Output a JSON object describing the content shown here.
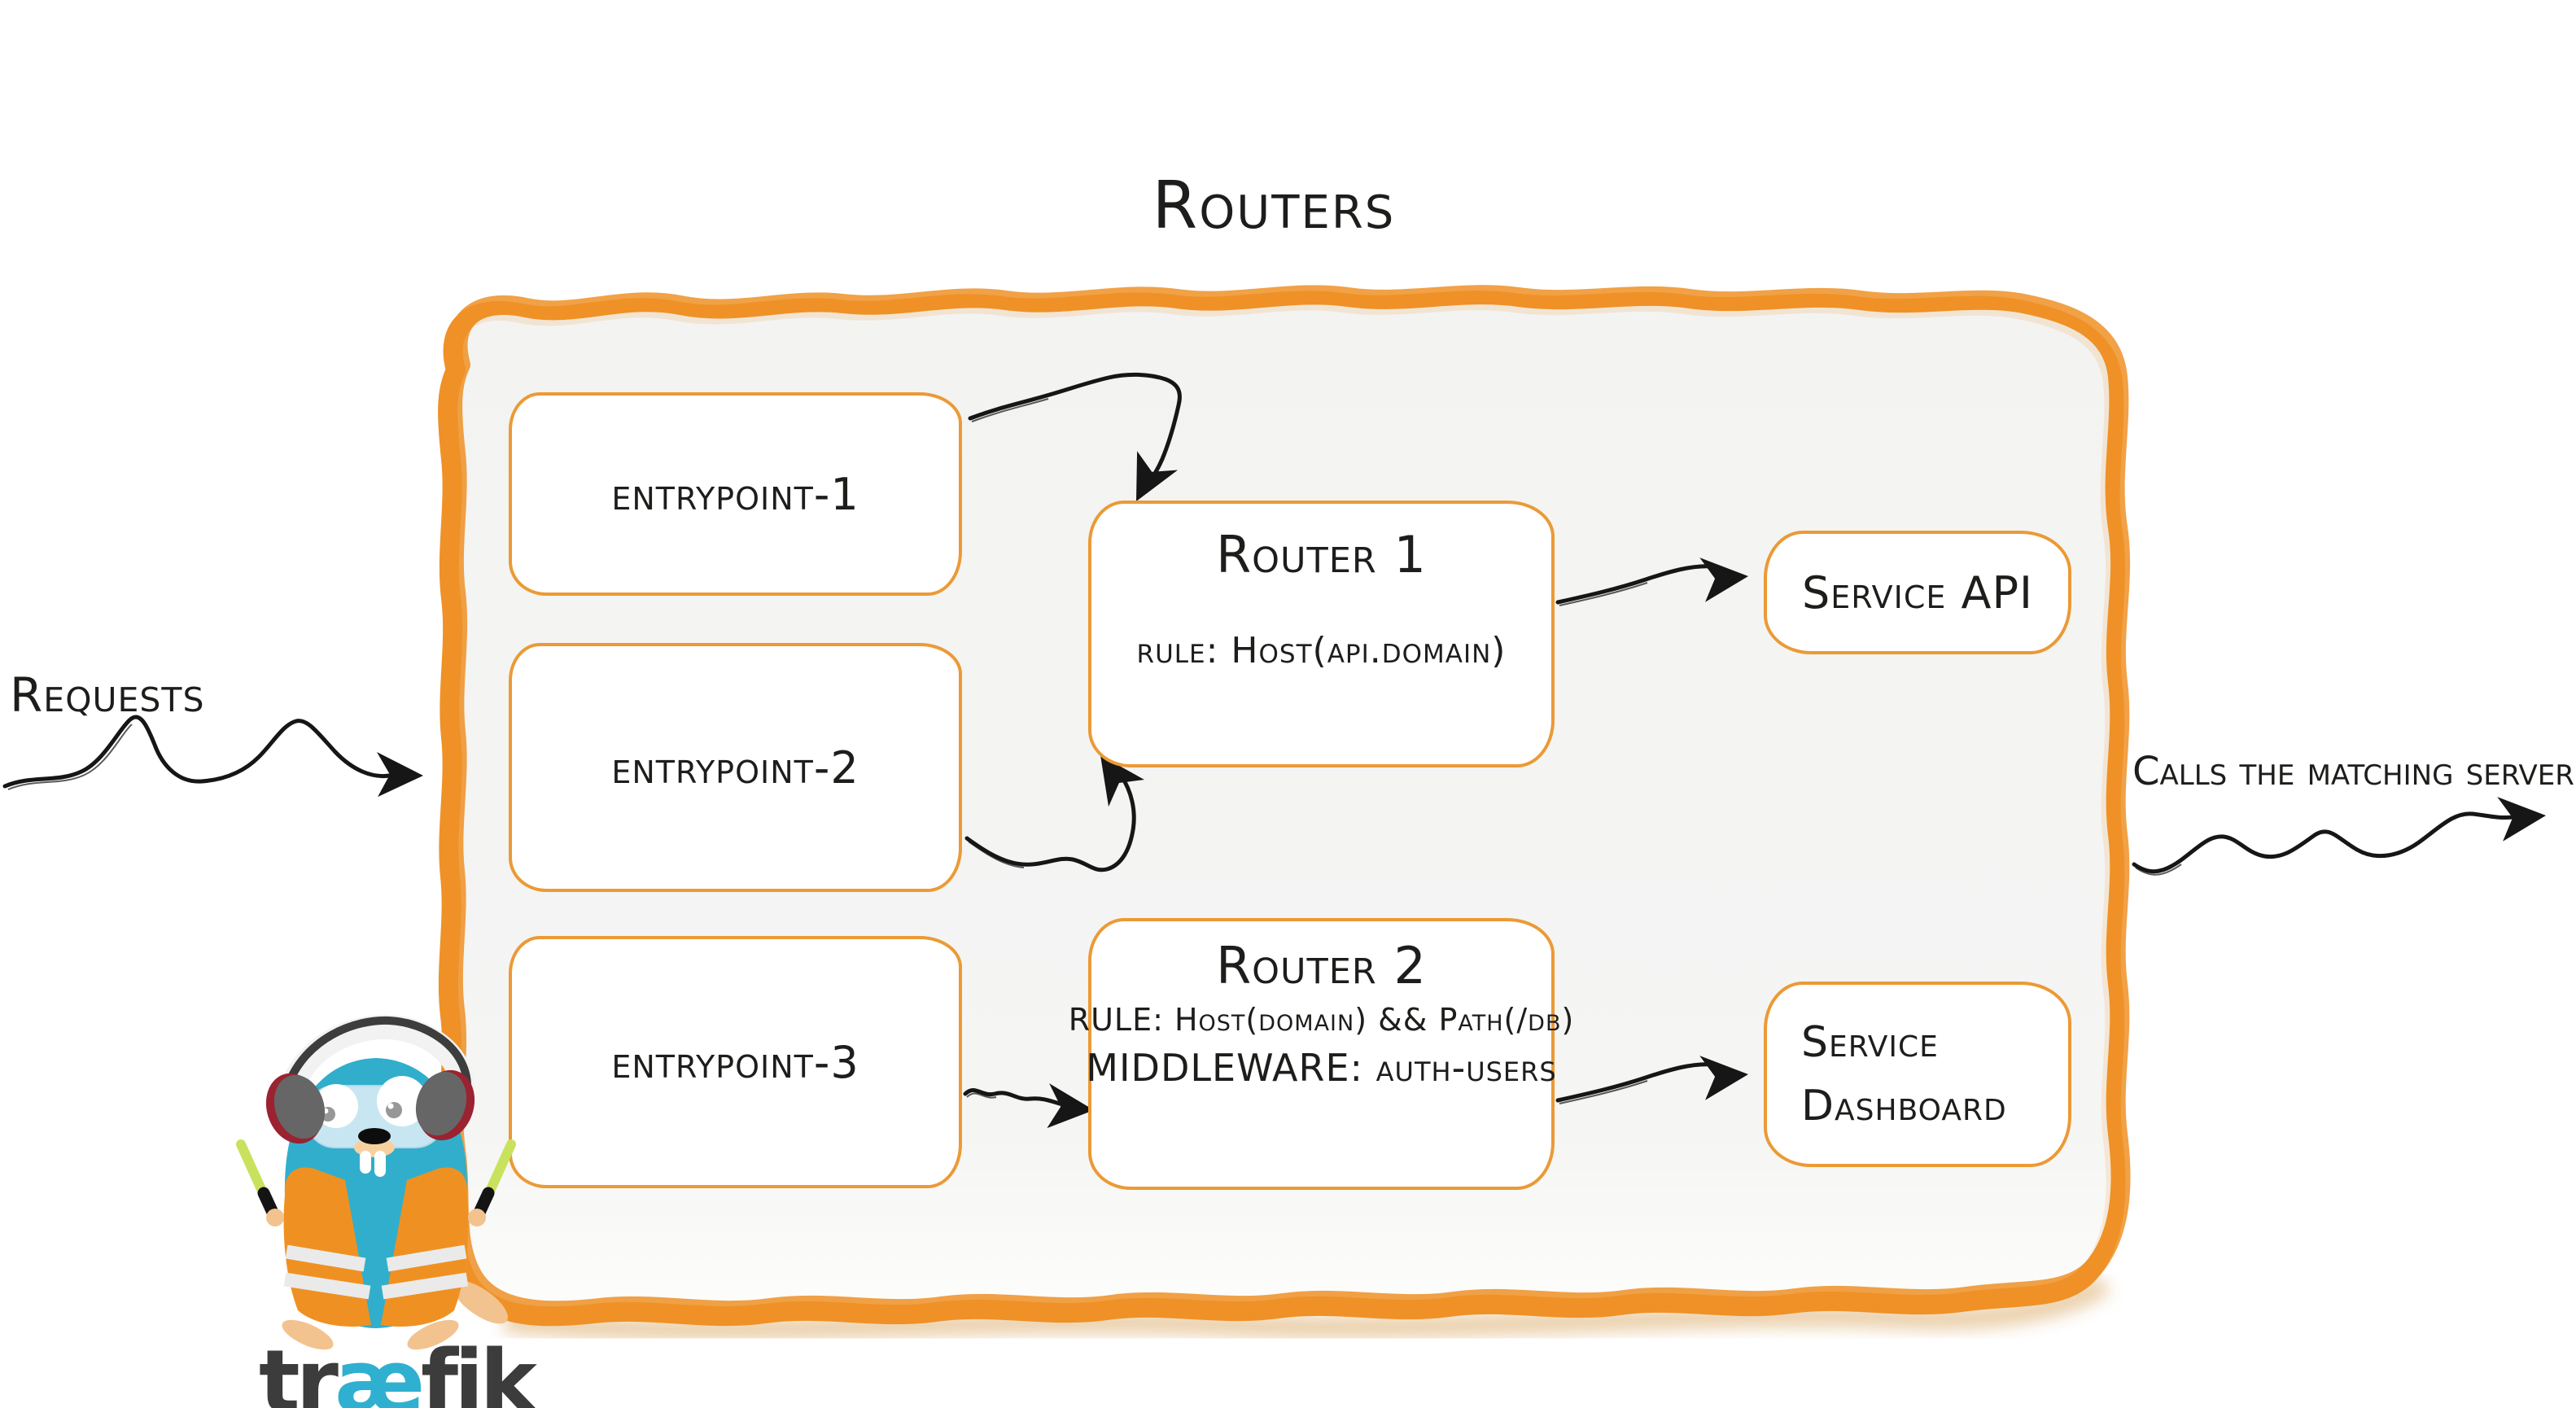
{
  "diagram": {
    "title": "Routers",
    "entrypoints": [
      {
        "label": "entrypoint-1"
      },
      {
        "label": "entrypoint-2"
      },
      {
        "label": "entrypoint-3"
      }
    ],
    "routers": [
      {
        "title": "Router 1",
        "rule": "rule: Host(api.domain)"
      },
      {
        "title": "Router 2",
        "rule": "RULE: Host(domain) && Path(/db)",
        "middleware": "MIDDLEWARE: auth-users"
      }
    ],
    "services": [
      {
        "label": "Service API"
      },
      {
        "label": "Service Dashboard"
      }
    ],
    "annotations": {
      "left": "Requests",
      "right": "Calls the matching server"
    },
    "connections": [
      {
        "from": "requests",
        "to": "container"
      },
      {
        "from": "entrypoint-1",
        "to": "router-1"
      },
      {
        "from": "entrypoint-2",
        "to": "router-1"
      },
      {
        "from": "entrypoint-3",
        "to": "router-2"
      },
      {
        "from": "router-1",
        "to": "service-api"
      },
      {
        "from": "router-2",
        "to": "service-dashboard"
      },
      {
        "from": "container",
        "to": "calls-the-matching-server"
      }
    ],
    "logo": {
      "prefix": "tr",
      "ligature": "æ",
      "suffix": "fik"
    },
    "colors": {
      "container_border": "#ef9126",
      "container_fill": "#f4f4f3",
      "box_border": "#eb9a36",
      "text": "#1d1d1b",
      "arrow": "#161616",
      "logo_teal": "#2fb0d0",
      "logo_dark": "#3c3c3c",
      "gopher_body": "#31aecb",
      "vest_orange": "#ef9122",
      "wand_green": "#c9e25d"
    }
  }
}
